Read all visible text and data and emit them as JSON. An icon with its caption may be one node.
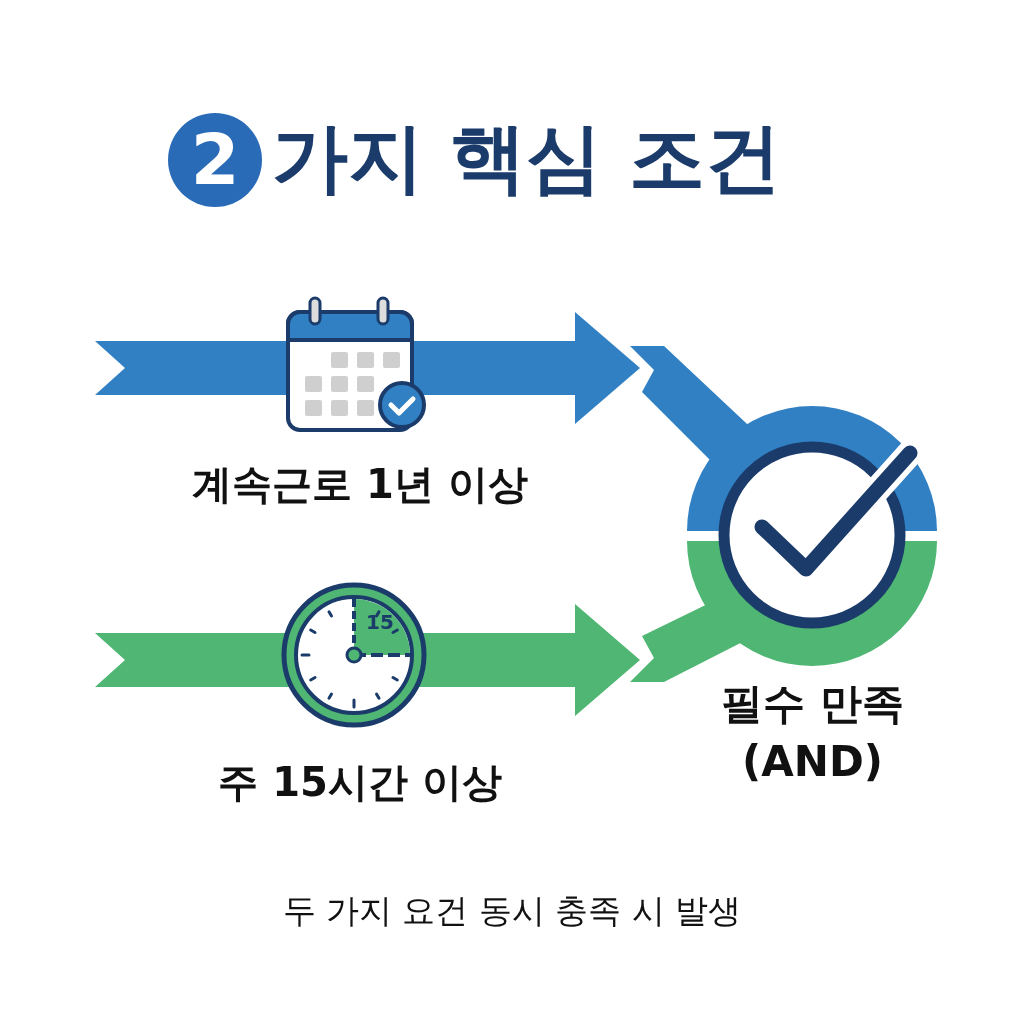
{
  "diagram": {
    "title": "가지 핵심 조건",
    "caption": "두 가지 요건 동시 충족 시 발생",
    "nodes": [
      {
        "text": [
          "계속근로 1년 이상"
        ]
      },
      {
        "text": [
          "주 15시간 이상"
        ]
      },
      {
        "text": [
          "필수 만족 (AND)"
        ]
      }
    ],
    "edges": [
      {
        "from": 0,
        "to": 2,
        "arrow": "to",
        "color": "#3180c4"
      },
      {
        "from": 1,
        "to": 2,
        "arrow": "to",
        "color": "#4fb673"
      }
    ],
    "labels": [
      "2",
      "15"
    ]
  }
}
